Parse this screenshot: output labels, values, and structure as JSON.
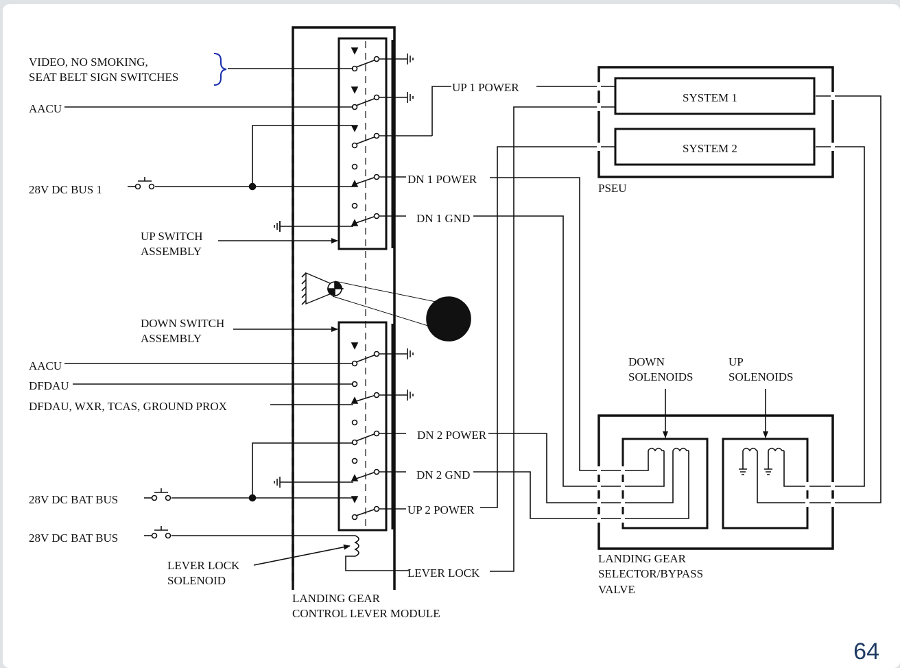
{
  "page_number": "64",
  "labels": {
    "video_line1": "VIDEO, NO SMOKING,",
    "video_line2": "SEAT BELT SIGN SWITCHES",
    "aacu_top": "AACU",
    "dc_bus_1": "28V DC BUS 1",
    "up_switch_line1": "UP SWITCH",
    "up_switch_line2": "ASSEMBLY",
    "down_switch_line1": "DOWN SWITCH",
    "down_switch_line2": "ASSEMBLY",
    "aacu_bottom": "AACU",
    "dfdau": "DFDAU",
    "dfdau_wxr": "DFDAU, WXR, TCAS, GROUND PROX",
    "dc_bat_bus_1": "28V DC BAT BUS",
    "dc_bat_bus_2": "28V DC BAT BUS",
    "lever_lock_solenoid_line1": "LEVER LOCK",
    "lever_lock_solenoid_line2": "SOLENOID",
    "module_line1": "LANDING GEAR",
    "module_line2": "CONTROL LEVER MODULE",
    "up1_power": "UP 1 POWER",
    "dn1_power": "DN 1 POWER",
    "dn1_gnd": "DN 1 GND",
    "dn2_power": "DN 2 POWER",
    "dn2_gnd": "DN 2 GND",
    "up2_power": "UP 2 POWER",
    "lever_lock": "LEVER LOCK",
    "system1": "SYSTEM 1",
    "system2": "SYSTEM 2",
    "pseu": "PSEU",
    "down_solenoids_line1": "DOWN",
    "down_solenoids_line2": "SOLENOIDS",
    "up_solenoids_line1": "UP",
    "up_solenoids_line2": "SOLENOIDS",
    "valve_line1": "LANDING GEAR",
    "valve_line2": "SELECTOR/BYPASS",
    "valve_line3": "VALVE"
  },
  "colors": {
    "line": "#111111",
    "brace": "#1a2fb0",
    "page_number": "#1f3b63"
  }
}
